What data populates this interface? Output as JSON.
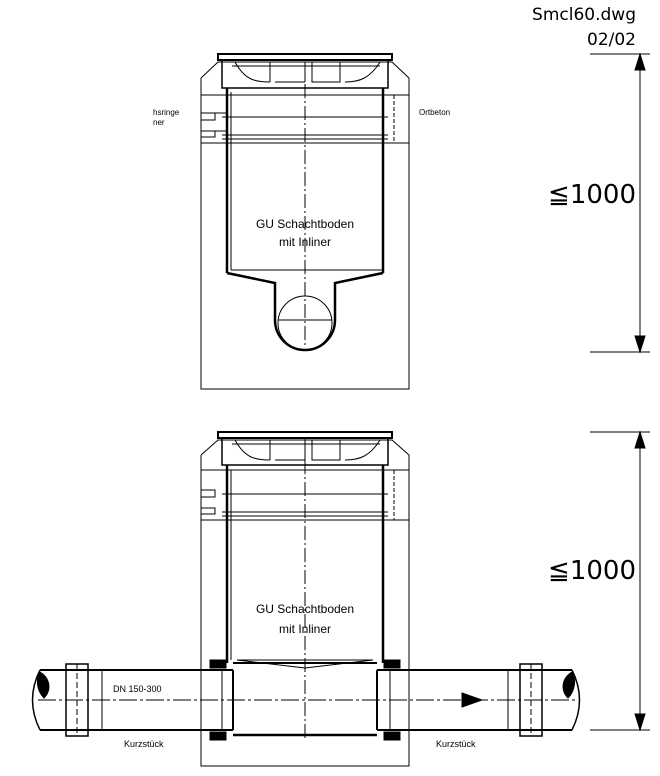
{
  "file": {
    "name": "Smcl60.dwg",
    "sheet": "02/02"
  },
  "top_view": {
    "left_label_1": "hsringe",
    "left_label_2": "ner",
    "right_label": "Ortbeton",
    "center_label_1": "GU Schachtboden",
    "center_label_2": "mit Inliner",
    "dimension": "≦1000"
  },
  "bottom_view": {
    "center_label_1": "GU Schachtboden",
    "center_label_2": "mit Inliner",
    "pipe_label": "DN 150-300",
    "left_pipe_label": "Kurzstück",
    "right_pipe_label": "Kurzstück",
    "dimension": "≦1000"
  }
}
